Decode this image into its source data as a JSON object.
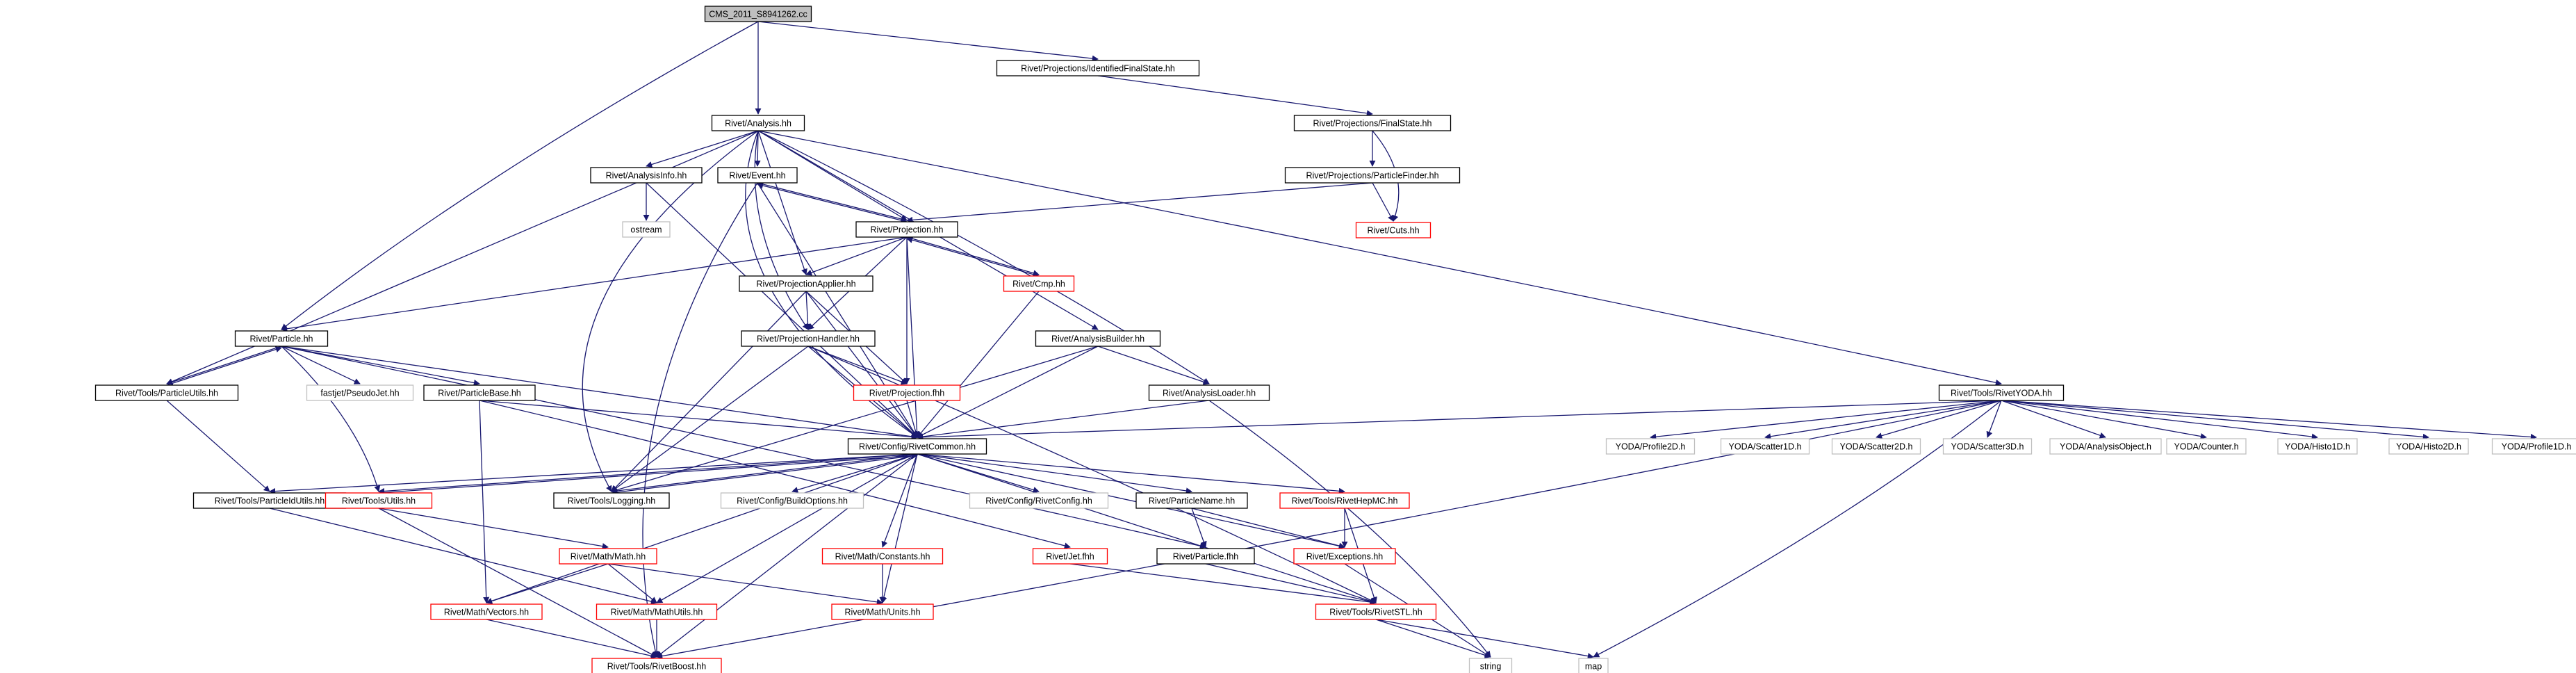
{
  "colors": {
    "edge": "#191970",
    "normal_border": "#000000",
    "red_border": "#ff0000",
    "system_border": "#bfbfbf",
    "root_fill": "#bfbfbf",
    "node_fill": "#ffffff"
  },
  "nodes": [
    {
      "id": "root",
      "label": "CMS_2011_S8941262.cc",
      "style": "root"
    },
    {
      "id": "analysis",
      "label": "Rivet/Analysis.hh",
      "style": "normal"
    },
    {
      "id": "idfs",
      "label": "Rivet/Projections/IdentifiedFinalState.hh",
      "style": "normal"
    },
    {
      "id": "finalstate",
      "label": "Rivet/Projections/FinalState.hh",
      "style": "normal"
    },
    {
      "id": "pfinder",
      "label": "Rivet/Projections/ParticleFinder.hh",
      "style": "normal"
    },
    {
      "id": "cuts",
      "label": "Rivet/Cuts.hh",
      "style": "red"
    },
    {
      "id": "ainfo",
      "label": "Rivet/AnalysisInfo.hh",
      "style": "normal"
    },
    {
      "id": "event",
      "label": "Rivet/Event.hh",
      "style": "normal"
    },
    {
      "id": "ostream",
      "label": "ostream",
      "style": "system"
    },
    {
      "id": "projection",
      "label": "Rivet/Projection.hh",
      "style": "normal"
    },
    {
      "id": "cmp",
      "label": "Rivet/Cmp.hh",
      "style": "red"
    },
    {
      "id": "papplier",
      "label": "Rivet/ProjectionApplier.hh",
      "style": "normal"
    },
    {
      "id": "particle",
      "label": "Rivet/Particle.hh",
      "style": "normal"
    },
    {
      "id": "phandler",
      "label": "Rivet/ProjectionHandler.hh",
      "style": "normal"
    },
    {
      "id": "abuilder",
      "label": "Rivet/AnalysisBuilder.hh",
      "style": "normal"
    },
    {
      "id": "pfhh",
      "label": "Rivet/Projection.fhh",
      "style": "red"
    },
    {
      "id": "aloader",
      "label": "Rivet/AnalysisLoader.hh",
      "style": "normal"
    },
    {
      "id": "rivetyoda",
      "label": "Rivet/Tools/RivetYODA.hh",
      "style": "normal"
    },
    {
      "id": "putils",
      "label": "Rivet/Tools/ParticleUtils.hh",
      "style": "normal"
    },
    {
      "id": "pseudojet",
      "label": "fastjet/PseudoJet.hh",
      "style": "system"
    },
    {
      "id": "pbase",
      "label": "Rivet/ParticleBase.hh",
      "style": "normal"
    },
    {
      "id": "rivetcommon",
      "label": "Rivet/Config/RivetCommon.hh",
      "style": "normal"
    },
    {
      "id": "yprofile2d",
      "label": "YODA/Profile2D.h",
      "style": "system"
    },
    {
      "id": "yscatter1d",
      "label": "YODA/Scatter1D.h",
      "style": "system"
    },
    {
      "id": "yscatter2d",
      "label": "YODA/Scatter2D.h",
      "style": "system"
    },
    {
      "id": "yscatter3d",
      "label": "YODA/Scatter3D.h",
      "style": "system"
    },
    {
      "id": "yao",
      "label": "YODA/AnalysisObject.h",
      "style": "system"
    },
    {
      "id": "ycounter",
      "label": "YODA/Counter.h",
      "style": "system"
    },
    {
      "id": "yhisto1d",
      "label": "YODA/Histo1D.h",
      "style": "system"
    },
    {
      "id": "yhisto2d",
      "label": "YODA/Histo2D.h",
      "style": "system"
    },
    {
      "id": "yprofile1d",
      "label": "YODA/Profile1D.h",
      "style": "system"
    },
    {
      "id": "pidutils",
      "label": "Rivet/Tools/ParticleIdUtils.hh",
      "style": "normal"
    },
    {
      "id": "utils",
      "label": "Rivet/Tools/Utils.hh",
      "style": "red"
    },
    {
      "id": "logging",
      "label": "Rivet/Tools/Logging.hh",
      "style": "normal"
    },
    {
      "id": "buildopts",
      "label": "Rivet/Config/BuildOptions.hh",
      "style": "system"
    },
    {
      "id": "rivetconfig",
      "label": "Rivet/Config/RivetConfig.hh",
      "style": "system"
    },
    {
      "id": "pname",
      "label": "Rivet/ParticleName.hh",
      "style": "normal"
    },
    {
      "id": "hepmc",
      "label": "Rivet/Tools/RivetHepMC.hh",
      "style": "red"
    },
    {
      "id": "mathmath",
      "label": "Rivet/Math/Math.hh",
      "style": "red"
    },
    {
      "id": "constants",
      "label": "Rivet/Math/Constants.hh",
      "style": "red"
    },
    {
      "id": "jetfhh",
      "label": "Rivet/Jet.fhh",
      "style": "red"
    },
    {
      "id": "particlefhh",
      "label": "Rivet/Particle.fhh",
      "style": "normal"
    },
    {
      "id": "exceptions",
      "label": "Rivet/Exceptions.hh",
      "style": "red"
    },
    {
      "id": "vectors",
      "label": "Rivet/Math/Vectors.hh",
      "style": "red"
    },
    {
      "id": "mathutils",
      "label": "Rivet/Math/MathUtils.hh",
      "style": "red"
    },
    {
      "id": "units",
      "label": "Rivet/Math/Units.hh",
      "style": "red"
    },
    {
      "id": "rivetstl",
      "label": "Rivet/Tools/RivetSTL.hh",
      "style": "red"
    },
    {
      "id": "string",
      "label": "string",
      "style": "system"
    },
    {
      "id": "map",
      "label": "map",
      "style": "system"
    },
    {
      "id": "rivetboost",
      "label": "Rivet/Tools/RivetBoost.hh",
      "style": "red"
    }
  ]
}
